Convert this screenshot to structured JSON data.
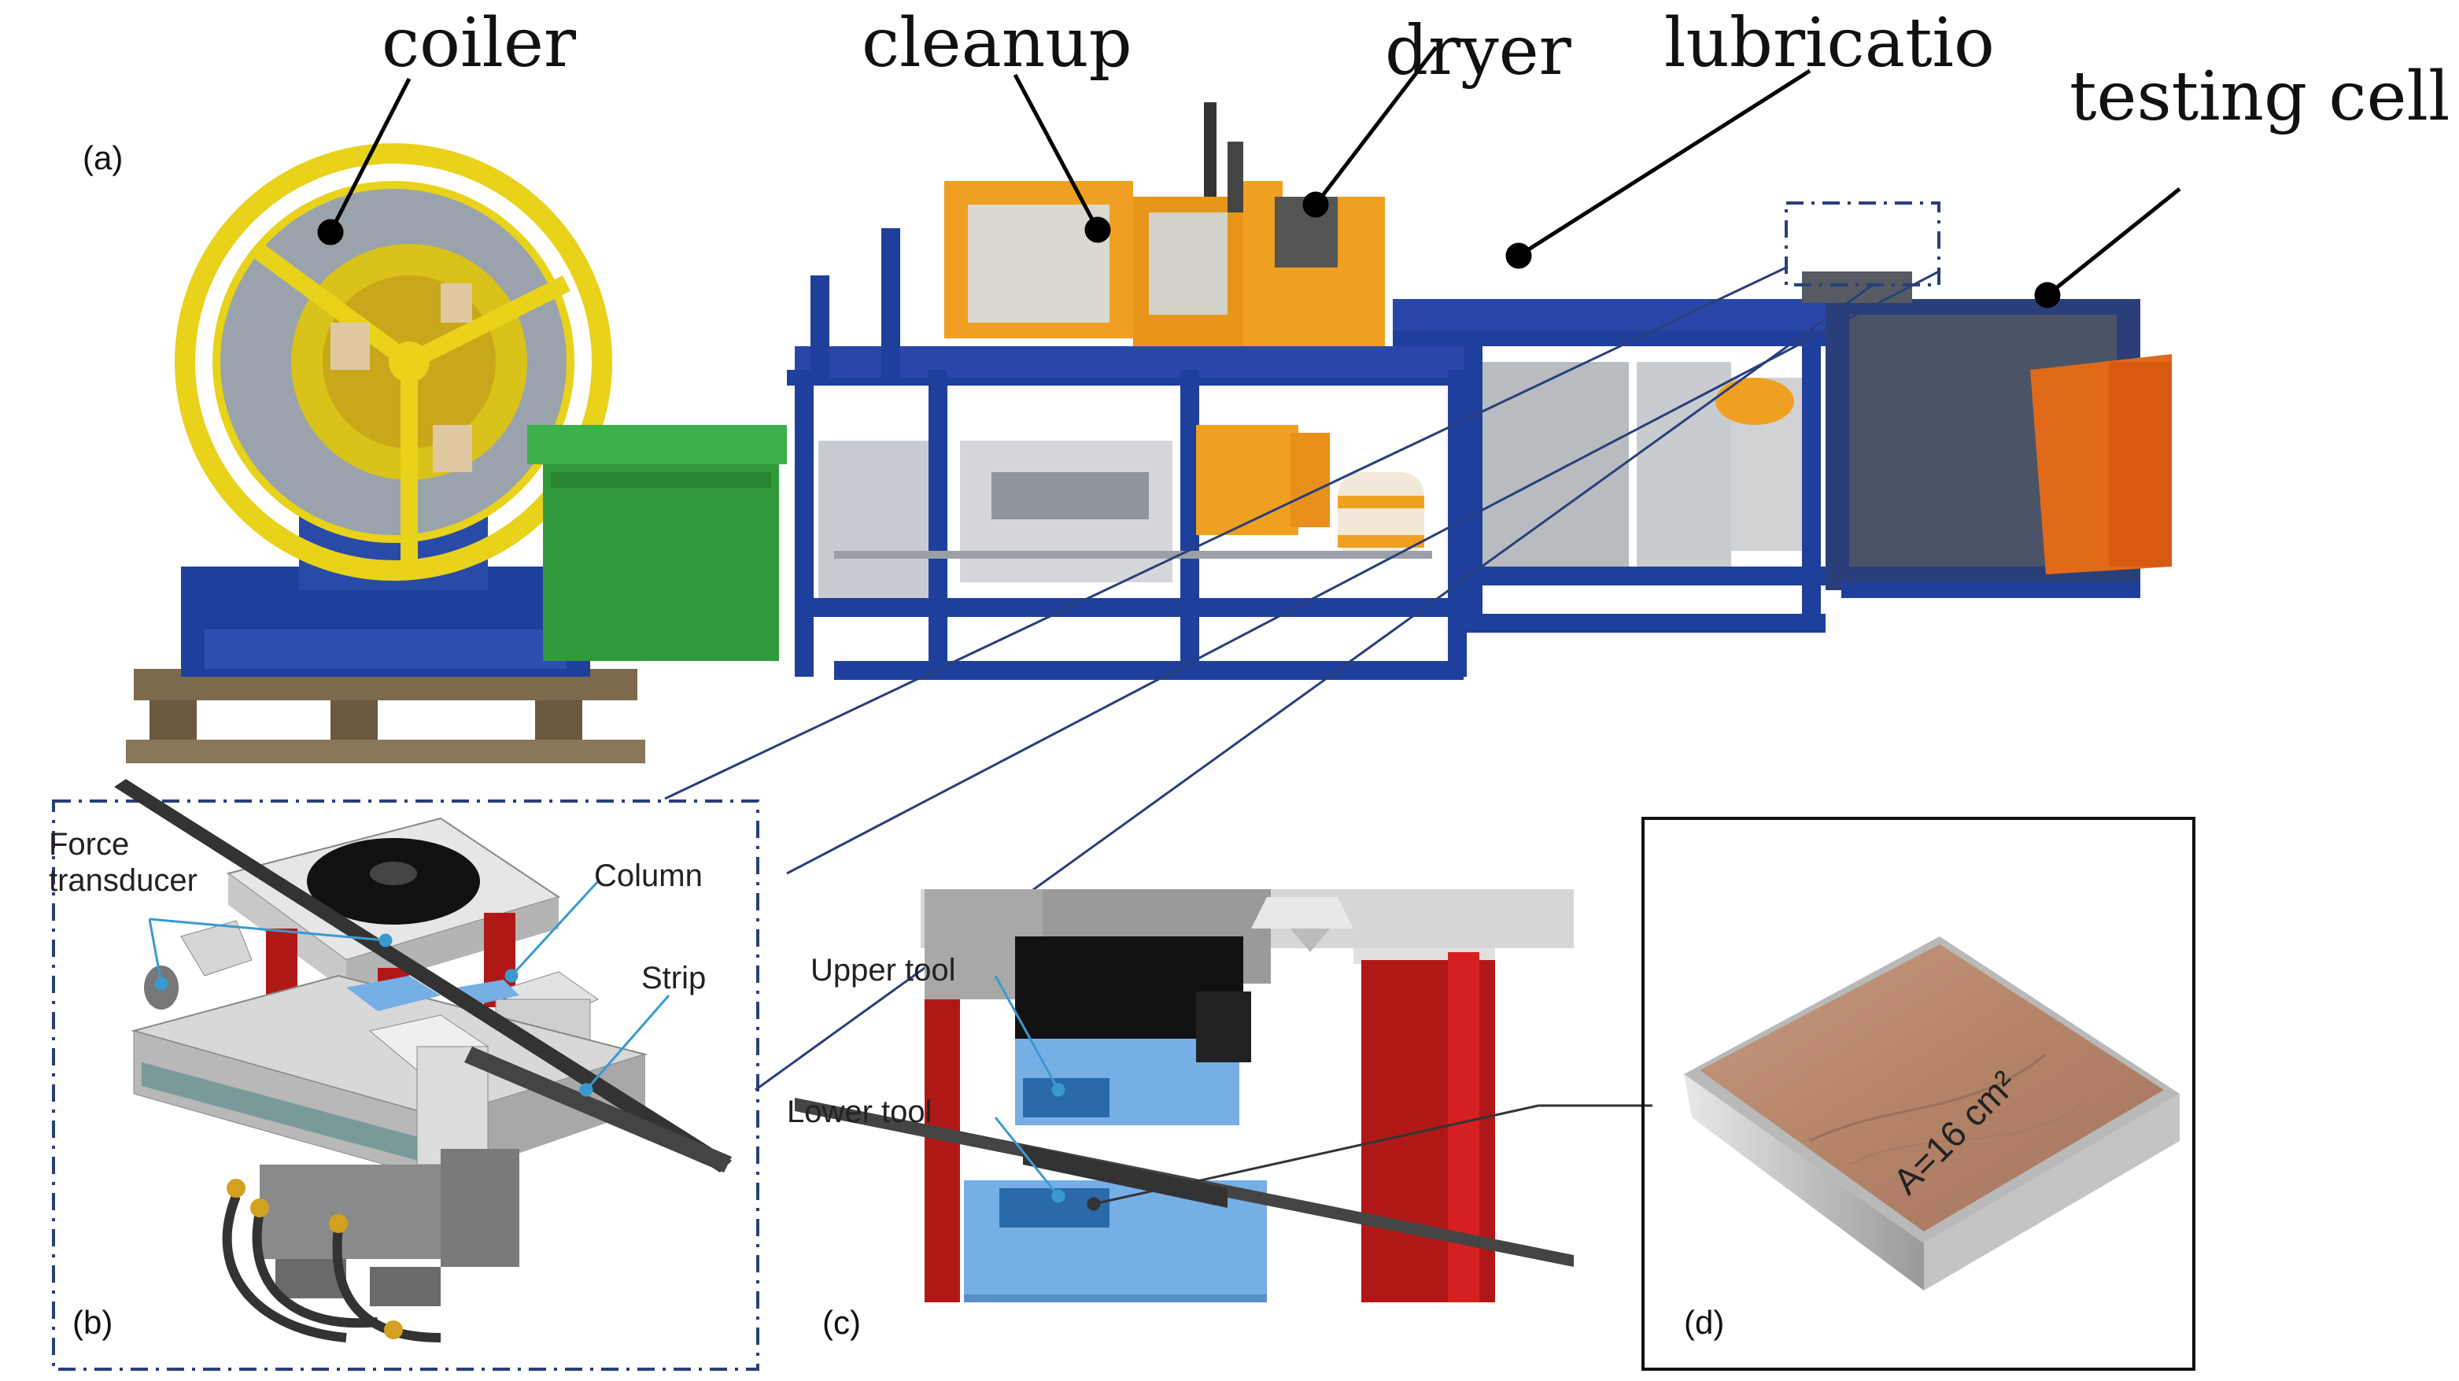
{
  "panel_a": {
    "letter": "(a)",
    "labels": {
      "coiler": "coiler",
      "cleanup": "cleanup",
      "dryer": "dryer",
      "lubrication": "lubricatio",
      "testing_cell": "testing cell"
    }
  },
  "panel_b": {
    "letter": "(b)",
    "labels": {
      "force_transducer": "Force transducer",
      "column": "Column",
      "strip": "Strip"
    }
  },
  "panel_c": {
    "letter": "(c)",
    "labels": {
      "upper_tool": "Upper tool",
      "lower_tool": "Lower tool"
    }
  },
  "panel_d": {
    "letter": "(d)",
    "area_text": "A=16 cm²"
  },
  "colors": {
    "coiler_yellow": "#e8d21a",
    "frame_blue": "#1f3f9c",
    "unit_orange": "#f0a020",
    "bin_green": "#2f9a3a",
    "tool_blue": "#76aee6",
    "column_red": "#b01818",
    "specimen_copper": "#b88a70"
  }
}
